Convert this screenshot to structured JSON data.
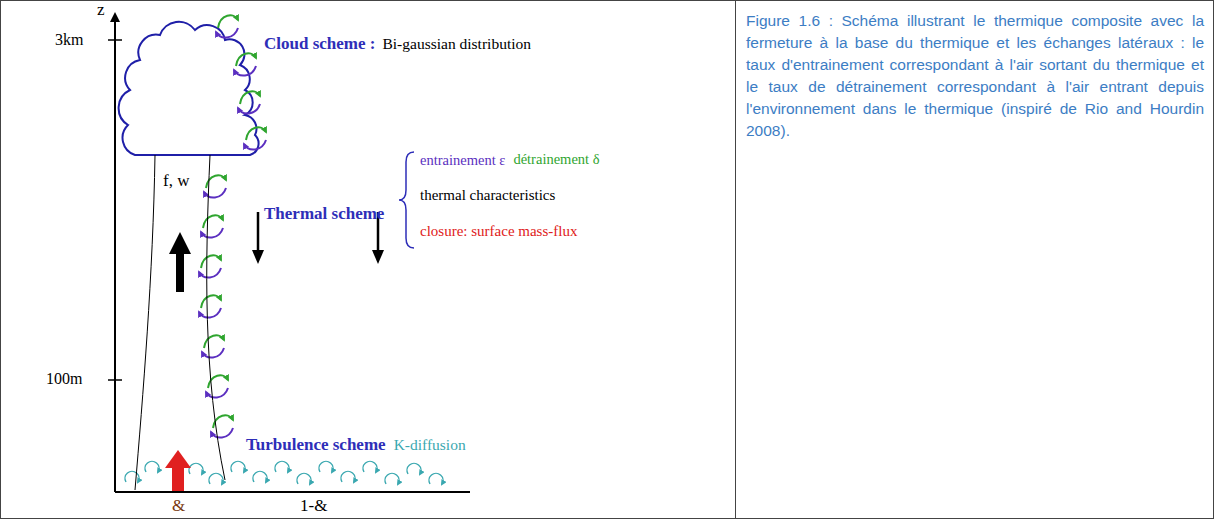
{
  "diagram": {
    "caption": "Figure 1.6 : Schéma illustrant le thermique composite avec la fermeture à la base du thermique et les échanges latéraux : le taux d'entrainement correspondant à l'air sortant du thermique et le taux de détrainement correspondant à l'air entrant depuis l'environnement dans le thermique (inspiré de Rio and Hourdin 2008).",
    "nodes": [
      {
        "text": [
          "f, w"
        ]
      }
    ],
    "labels": [
      "z",
      "3km",
      "100m",
      "Cloud scheme :",
      "Bi-gaussian distribution",
      "Thermal scheme",
      "entrainement ε",
      "détrainement δ",
      "thermal characteristics",
      "closure: surface mass-flux",
      "Turbulence scheme",
      "K-diffusion",
      "&",
      "1-&"
    ]
  }
}
